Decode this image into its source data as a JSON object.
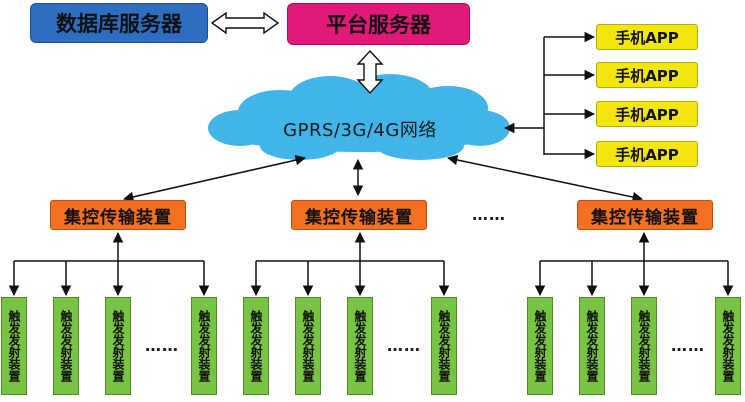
{
  "nodes": {
    "database_server": "数据库服务器",
    "platform_server": "平台服务器",
    "network": "GPRS/3G/4G网络",
    "apps": [
      "手机APP",
      "手机APP",
      "手机APP",
      "手机APP"
    ],
    "collectors": [
      "集控传输装置",
      "集控传输装置",
      "集控传输装置"
    ],
    "collector_ellipsis": "……",
    "trigger_label": "触发发射装置",
    "trigger_ellipsis": "……"
  },
  "colors": {
    "database": "#2e6ec0",
    "platform": "#e3197a",
    "cloud": "#41b4ea",
    "app": "#f3e60e",
    "collector": "#f36f21",
    "trigger": "#78c244"
  }
}
